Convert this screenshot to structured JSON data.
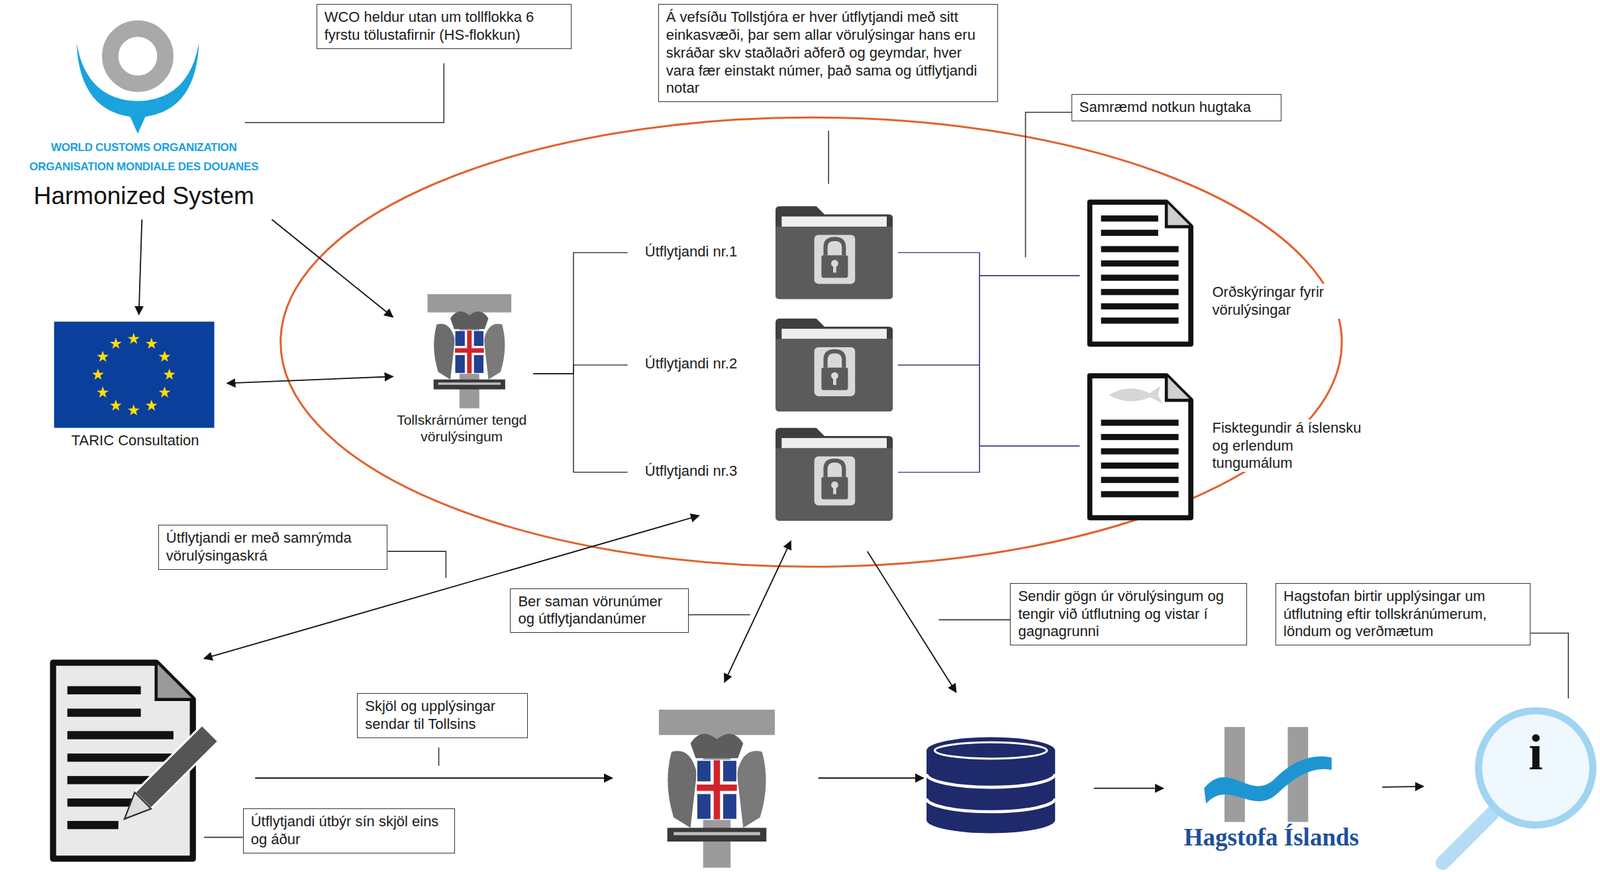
{
  "diagram": {
    "nodes": [
      {
        "text": [
          "WCO heldur utan um tollflokka 6 fyrstu tölustafirnir (HS-flokkun)"
        ]
      },
      {
        "text": [
          "Á vefsíðu Tollstjóra er hver útflytjandi með sitt einkasvæði, þar sem allar vörulýsingar hans eru skráðar skv staðlaðri aðferð og geymdar, hver vara fær einstakt númer, það sama og útflytjandi notar"
        ]
      },
      {
        "text": [
          "Samræmd notkun hugtaka"
        ]
      },
      {
        "text": [
          "WORLD CUSTOMS ORGANIZATION",
          "ORGANISATION MONDIALE DES DOUANES",
          "Harmonized System"
        ]
      },
      {
        "text": [
          "TARIC Consultation"
        ]
      },
      {
        "text": [
          "Tollskrárnúmer tengd vörulýsingum"
        ]
      },
      {
        "text": [
          "Útflytjandi nr.1"
        ]
      },
      {
        "text": [
          "Útflytjandi nr.2"
        ]
      },
      {
        "text": [
          "Útflytjandi nr.3"
        ]
      },
      {
        "text": [
          "Orðskýringar fyrir vörulýsingar"
        ]
      },
      {
        "text": [
          "Fisktegundir á íslensku og erlendum tungumálum"
        ]
      },
      {
        "text": [
          "Útflytjandi er með samrýmda vörulýsingaskrá"
        ]
      },
      {
        "text": [
          "Ber saman vörunúmer og útflytjandanúmer"
        ]
      },
      {
        "text": [
          "Sendir gögn úr vörulýsingum og tengir við útflutning og vistar í gagnagrunni"
        ]
      },
      {
        "text": [
          "Hagstofan birtir upplýsingar um útflutning eftir tollskránúmerum, löndum og verðmætum"
        ]
      },
      {
        "text": [
          "Skjöl og upplýsingar sendar til Tollsins"
        ]
      },
      {
        "text": [
          "Útflytjandi útbýr sín skjöl eins og áður"
        ]
      },
      {
        "text": [
          "Hagstofa Íslands"
        ]
      },
      {
        "text": [
          "i"
        ]
      }
    ],
    "edges": [
      {
        "from": 3,
        "to": 4,
        "arrow": "to"
      },
      {
        "from": 3,
        "to": 5,
        "arrow": "to"
      },
      {
        "from": 4,
        "to": 5,
        "arrow": "both"
      },
      {
        "from": 5,
        "to": 6,
        "arrow": "none"
      },
      {
        "from": 5,
        "to": 7,
        "arrow": "none"
      },
      {
        "from": 5,
        "to": 8,
        "arrow": "none"
      },
      {
        "from": 6,
        "to": 9,
        "arrow": "none"
      },
      {
        "from": 6,
        "to": 10,
        "arrow": "none"
      },
      {
        "from": 7,
        "to": 9,
        "arrow": "none"
      },
      {
        "from": 7,
        "to": 10,
        "arrow": "none"
      },
      {
        "from": 8,
        "to": 9,
        "arrow": "none"
      },
      {
        "from": 8,
        "to": 10,
        "arrow": "none"
      },
      {
        "from": 17,
        "to": 18,
        "arrow": "to"
      }
    ]
  }
}
